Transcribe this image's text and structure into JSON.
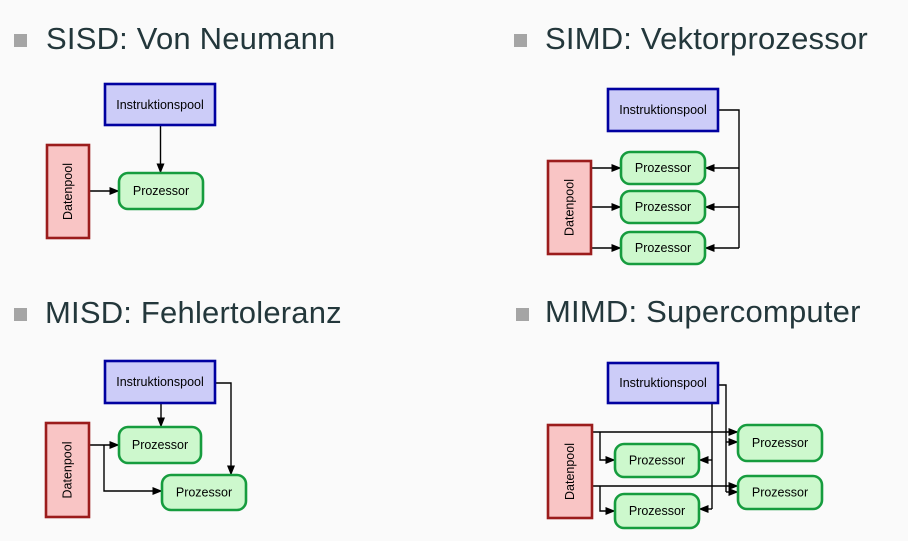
{
  "slide": {
    "background_color": "#fafafa",
    "heading_color": "#23373b",
    "bullet_color": "#a5a5a5"
  },
  "sections": {
    "sisd": {
      "title": "SISD: Von Neumann"
    },
    "simd": {
      "title": "SIMD: Vektorprozessor"
    },
    "misd": {
      "title": "MISD: Fehlertoleranz"
    },
    "mimd": {
      "title": "MIMD: Supercomputer"
    }
  },
  "node_labels": {
    "instruction_pool": "Instruktionspool",
    "data_pool": "Datenpool",
    "processor": "Prozessor"
  },
  "node_colors": {
    "instruction_fill": "#ccccf8",
    "instruction_border": "#0000a0",
    "data_fill": "#f9c5c5",
    "data_border": "#9b1c1c",
    "processor_fill": "#cdf8cd",
    "processor_border": "#169c3e",
    "connector_color": "#000000"
  }
}
